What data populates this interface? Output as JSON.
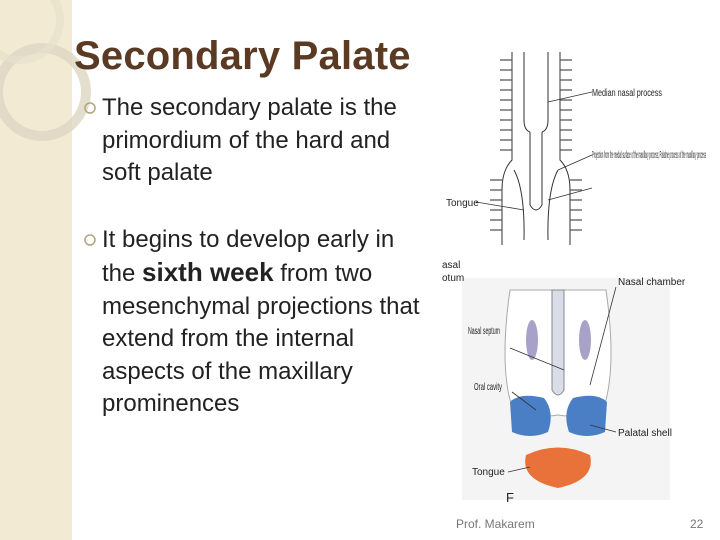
{
  "slide": {
    "title": "Secondary Palate",
    "bullets": [
      {
        "text": "The secondary palate is the primordium of the hard and soft palate"
      },
      {
        "before": "It begins to develop early in the ",
        "highlight": "sixth week",
        "after": " from two mesenchymal projections that extend from the internal aspects of the maxillary prominences"
      }
    ],
    "author": "Prof. Makarem",
    "page_number": "22"
  },
  "figure_top": {
    "labels": [
      "Median nasal process",
      "Projection from the medial surface of the maxillary process; Palatine process of the maxillary process",
      "Tongue"
    ]
  },
  "figure_bottom": {
    "labels": [
      "Nasal chamber",
      "Nasal septum",
      "Oral cavity",
      "Palatal shell",
      "Tongue",
      "F"
    ],
    "edge_fragments": [
      "asal",
      "otum"
    ],
    "colors": {
      "palatal_shell": "#4a7fc6",
      "tongue": "#e9713a"
    }
  }
}
